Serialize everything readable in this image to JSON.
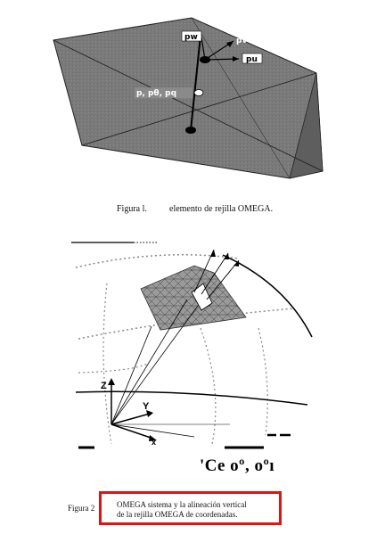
{
  "figure1": {
    "labels": {
      "top_box": "pw",
      "right_upper": "pv",
      "right_lower": "pu",
      "middle": "p, pθ, pq"
    },
    "caption_number": "Figura l.",
    "caption_text": "elemento de rejilla OMEGA."
  },
  "figure2": {
    "axis_z": "Z",
    "axis_y": "Y",
    "axis_x": "x",
    "coord_scrawl": "'Ce oº, oºı",
    "caption_number": "Figura 2",
    "caption_line1": "OMEGA sistema y la alineación vertical",
    "caption_line2": "de la rejilla OMEGA de coordenadas."
  },
  "colors": {
    "highlight_box": "#e11212",
    "panel_fill": "#7a7a7a"
  }
}
